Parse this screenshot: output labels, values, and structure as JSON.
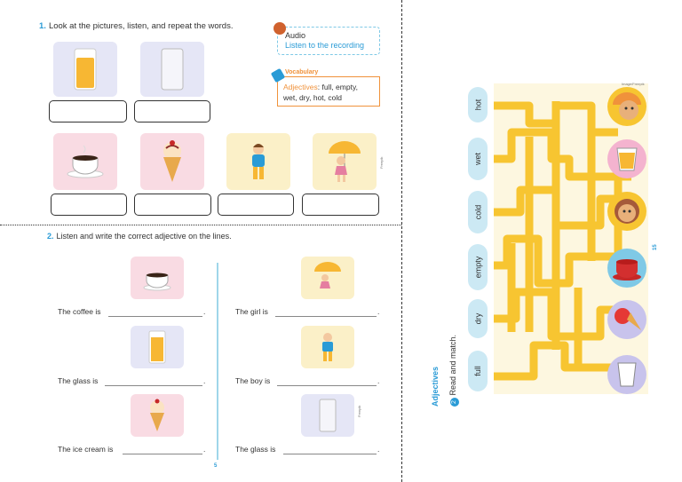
{
  "page_left": {
    "task1": {
      "number": "1.",
      "text": "Look at the pictures, listen, and repeat the words."
    },
    "audio": {
      "title": "Audio",
      "link": "Listen to the recording"
    },
    "vocab": {
      "title": "Vocabulary",
      "label": "Adjectives",
      "words_line1": ": full, empty,",
      "words_line2": "wet, dry, hot, cold"
    },
    "task2": {
      "number": "2.",
      "text": "Listen and write the correct adjective on the lines."
    },
    "sentences_left": [
      "The coffee is",
      "The glass is",
      "The ice cream is"
    ],
    "sentences_right": [
      "The girl is",
      "The boy is",
      "The glass is"
    ],
    "period": ".",
    "page_number": "5",
    "credit": "Freepik"
  },
  "page_right": {
    "activity_title": "Adjectives",
    "instruction_num": "2",
    "instruction": "Read and match.",
    "words": [
      "hot",
      "wet",
      "cold",
      "empty",
      "dry",
      "full"
    ],
    "page_number": "15",
    "credit": "Image/Freepik"
  },
  "colors": {
    "accent_blue": "#2a9bd6",
    "accent_orange": "#f0923b",
    "maze": "#f7c531"
  }
}
